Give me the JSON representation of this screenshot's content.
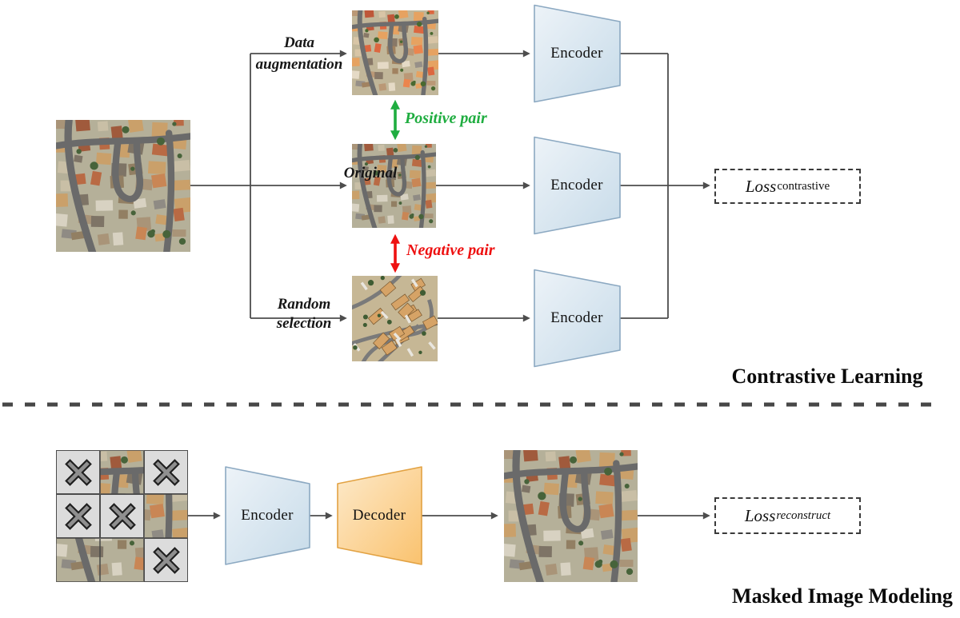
{
  "colors": {
    "line": "#4d4d4d",
    "divider": "#474747",
    "positive_green": "#1fad40",
    "negative_red": "#ee1111",
    "encoder_fill_light": "#edf3f8",
    "encoder_fill_dark": "#c7dbe9",
    "encoder_border": "#8ca9c2",
    "decoder_fill_light": "#fdeacb",
    "decoder_fill_dark": "#fac26e",
    "decoder_border": "#e2a243",
    "mask_cell": "#dcdcdc"
  },
  "contrastive": {
    "section_title": "Contrastive Learning",
    "branch_aug_line1": "Data",
    "branch_aug_line2": "augmentation",
    "branch_orig": "Original",
    "branch_rand_line1": "Random",
    "branch_rand_line2": "selection",
    "positive_pair": "Positive pair",
    "negative_pair": "Negative pair",
    "encoder": "Encoder",
    "loss_main": "Loss",
    "loss_sub": "contrastive"
  },
  "mim": {
    "section_title": "Masked Image Modeling",
    "encoder": "Encoder",
    "decoder": "Decoder",
    "loss_main": "Loss",
    "loss_sub": "reconstruct",
    "grid_size": 3,
    "masked_cells": [
      [
        0,
        0
      ],
      [
        0,
        2
      ],
      [
        1,
        0
      ],
      [
        1,
        1
      ],
      [
        2,
        2
      ]
    ]
  },
  "icons": {
    "mask": "x-cross-mask-icon",
    "source_image": "aerial-neighborhood-photo",
    "augmented_image": "aerial-neighborhood-photo-augmented",
    "original_patch": "aerial-neighborhood-photo",
    "random_patch": "aerial-apartment-complex-photo",
    "reconstructed_image": "aerial-neighborhood-photo-reconstructed"
  }
}
